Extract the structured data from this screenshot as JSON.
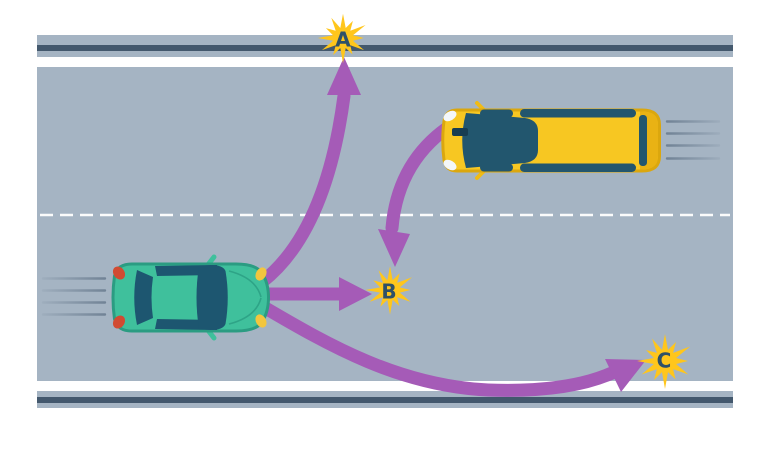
{
  "diagram": {
    "type": "traffic-hazard-illustration",
    "road": {
      "lanes": 2,
      "surface_color": "#a5b4c3",
      "edge_stripe_color": "#43586d",
      "lane_divider_color": "#ffffff",
      "motion_line_color": "#6e8093"
    },
    "arrow_color": "#a55bb7",
    "burst_color": "#ffc61c",
    "label_color": "#2f5168",
    "collision_points": {
      "a": "A",
      "b": "B",
      "c": "C"
    },
    "vehicles": {
      "car": {
        "name": "green-car",
        "body_color": "#3fc09c",
        "heading": "right"
      },
      "minibus": {
        "name": "yellow-minibus",
        "body_color": "#f7c722",
        "heading": "left"
      }
    }
  }
}
